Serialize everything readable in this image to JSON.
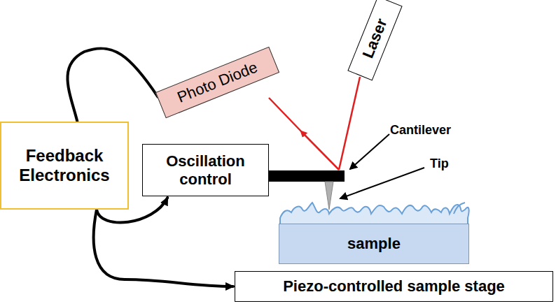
{
  "diagram": {
    "nodes": [
      {
        "text": [
          "Photo Diode"
        ]
      },
      {
        "text": [
          "Laser"
        ]
      },
      {
        "text": [
          "Feedback Electronics"
        ]
      },
      {
        "text": [
          "Oscillation control"
        ]
      },
      {
        "text": [
          "sample"
        ]
      },
      {
        "text": [
          "Piezo-controlled sample stage"
        ]
      }
    ],
    "edges": [
      {
        "from": 2,
        "to": 0,
        "arrow": "none"
      },
      {
        "from": 2,
        "to": 3,
        "arrow": "to"
      },
      {
        "from": 2,
        "to": 5,
        "arrow": "to"
      }
    ],
    "labels": [
      "Cantilever",
      "Tip"
    ]
  }
}
